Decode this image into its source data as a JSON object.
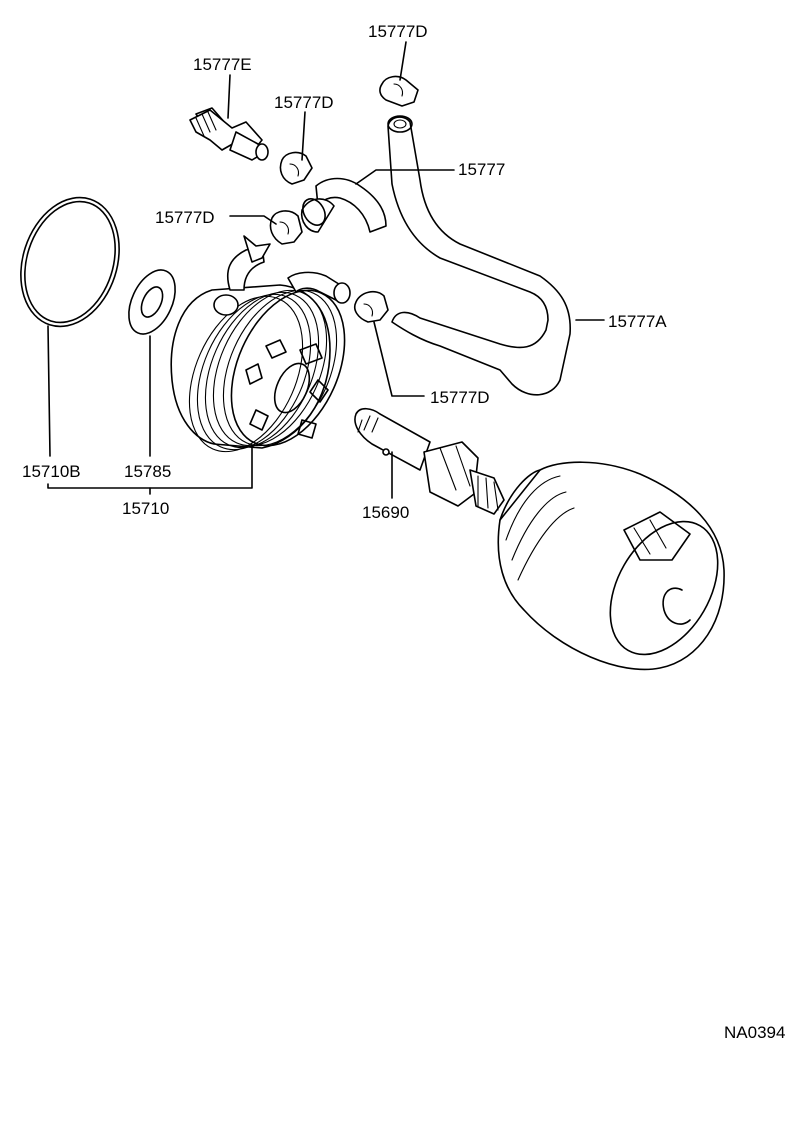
{
  "diagram_code": "NA0394",
  "labels": {
    "p15777E": "15777E",
    "p15777D_top": "15777D",
    "p15777D_upper": "15777D",
    "p15777": "15777",
    "p15777D_left": "15777D",
    "p15777A": "15777A",
    "p15777D_lower": "15777D",
    "p15710B": "15710B",
    "p15785": "15785",
    "p15710": "15710",
    "p15690": "15690"
  }
}
